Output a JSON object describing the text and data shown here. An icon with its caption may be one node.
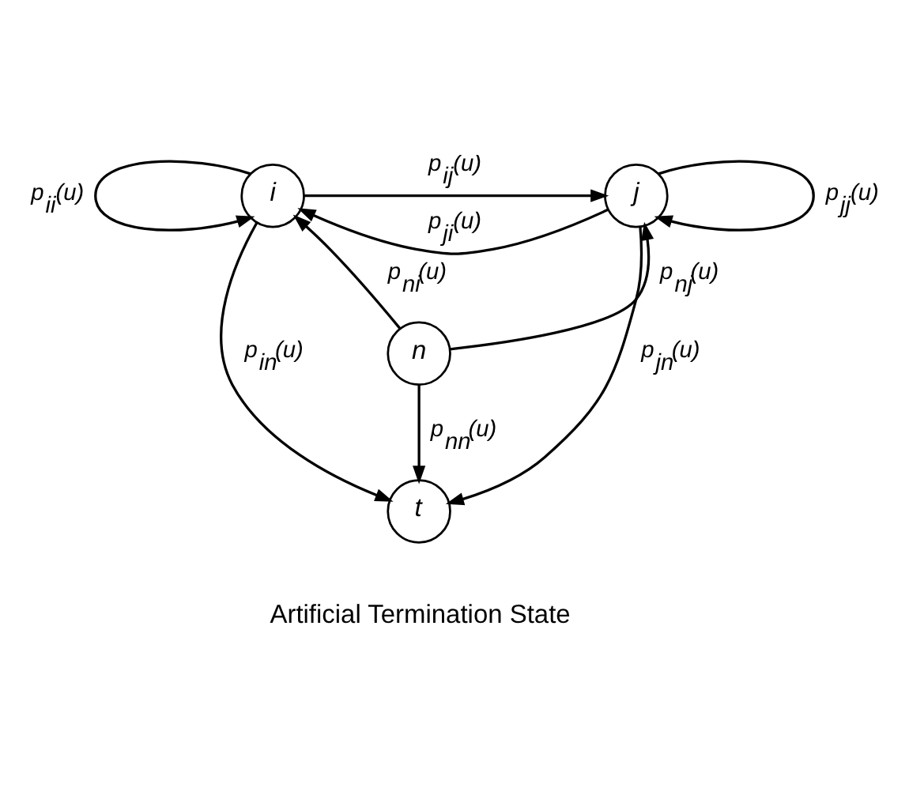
{
  "diagram": {
    "nodes": [
      {
        "text": [
          "i"
        ]
      },
      {
        "text": [
          "j"
        ]
      },
      {
        "text": [
          "n"
        ]
      },
      {
        "text": [
          "t"
        ],
        "beside": [
          "Artificial Termination State"
        ]
      }
    ],
    "edges": [
      {
        "from": 0,
        "to": 1,
        "arrow": "to",
        "label": "p$_{ij}$(u)"
      },
      {
        "from": 1,
        "to": 0,
        "arrow": "to",
        "label": "p$_{ji}$(u)"
      },
      {
        "from": 0,
        "to": 0,
        "arrow": "to",
        "label": "p$_{ii}$(u)"
      },
      {
        "from": 1,
        "to": 1,
        "arrow": "to",
        "label": "p$_{jj}$(u)"
      },
      {
        "from": 2,
        "to": 0,
        "arrow": "to",
        "label": "p$_{ni}$(u)"
      },
      {
        "from": 2,
        "to": 1,
        "arrow": "to",
        "label": "p$_{nj}$(u)"
      },
      {
        "from": 0,
        "to": 3,
        "arrow": "to",
        "label": "p$_{in}$(u)"
      },
      {
        "from": 1,
        "to": 3,
        "arrow": "to",
        "label": "p$_{jn}$(u)"
      },
      {
        "from": 2,
        "to": 3,
        "arrow": "to",
        "label": "p$_{nn}$(u)"
      }
    ]
  }
}
